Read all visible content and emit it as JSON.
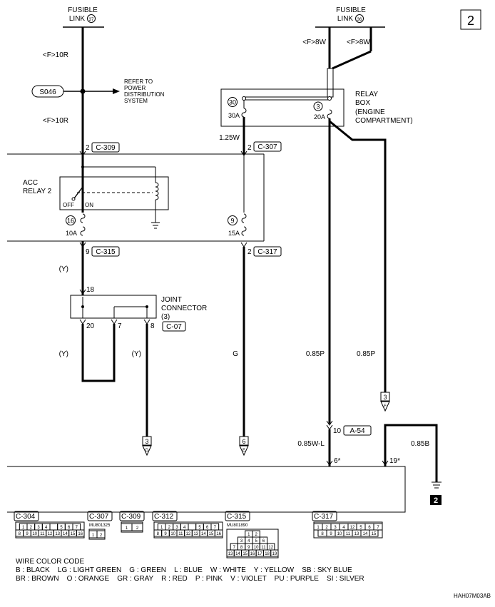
{
  "page_number": "2",
  "fusible_links": [
    {
      "label_line1": "FUSIBLE",
      "label_line2": "LINK",
      "number": "37"
    },
    {
      "label_line1": "FUSIBLE",
      "label_line2": "LINK",
      "number": "36"
    }
  ],
  "wire_labels": {
    "fl37_top": "<F>10R",
    "fl37_bottom": "<F>10R",
    "fl36_left": "<F>8W",
    "fl36_right": "<F>8W",
    "w125": "1.25W",
    "y1": "(Y)",
    "y2": "(Y)",
    "y3": "(Y)",
    "g": "G",
    "p1": "0.85P",
    "p2": "0.85P",
    "wl": "0.85W-L",
    "b": "0.85B"
  },
  "splice": {
    "id": "S046"
  },
  "refer_note": [
    "REFER TO",
    "POWER",
    "DISTRIBUTION",
    "SYSTEM"
  ],
  "relay_box": {
    "lines": [
      "RELAY",
      "BOX",
      "(ENGINE",
      "COMPARTMENT)"
    ],
    "fuse30": {
      "num": "30",
      "rating": "30A"
    },
    "fuse3": {
      "num": "3",
      "rating": "20A"
    }
  },
  "connectors": {
    "c309_pin": "2",
    "c309": "C-309",
    "c307_pin": "2",
    "c307": "C-307",
    "c315_pin": "9",
    "c315": "C-315",
    "c317_pin": "2",
    "c317": "C-317",
    "a54_pin": "10",
    "a54": "A-54"
  },
  "acc_relay": {
    "lines": [
      "ACC",
      "RELAY 2"
    ],
    "off": "OFF",
    "on": "ON",
    "fuse16": {
      "num": "16",
      "rating": "10A"
    },
    "fuse9": {
      "num": "9",
      "rating": "15A"
    }
  },
  "joint_connector": {
    "lines": [
      "JOINT",
      "CONNECTOR",
      "(3)"
    ],
    "ref": "C-07",
    "pin_top": "18",
    "pins": [
      "20",
      "7",
      "8"
    ]
  },
  "references": {
    "d": {
      "num": "3",
      "letter": "D"
    },
    "e": {
      "num": "6",
      "letter": "E"
    },
    "f": {
      "num": "3",
      "letter": "F"
    }
  },
  "ecu_pins": {
    "p6": "6*",
    "p19": "19*"
  },
  "ground": {
    "num": "2"
  },
  "legend_connectors": [
    {
      "name": "C-304",
      "part": "",
      "rows": [
        [
          "1",
          "2",
          "3",
          "4",
          "",
          "5",
          "6",
          "7"
        ],
        [
          "8",
          "9",
          "10",
          "11",
          "12",
          "13",
          "14",
          "15",
          "16"
        ]
      ]
    },
    {
      "name": "C-307",
      "part": "MU801325",
      "rows": [
        [
          "1",
          "2"
        ]
      ]
    },
    {
      "name": "C-309",
      "part": "",
      "rows": [
        [
          "1",
          "2"
        ]
      ]
    },
    {
      "name": "C-312",
      "part": "",
      "rows": [
        [
          "1",
          "2",
          "3",
          "4",
          "",
          "5",
          "6",
          "7"
        ],
        [
          "8",
          "9",
          "10",
          "11",
          "12",
          "13",
          "14",
          "15",
          "16"
        ]
      ]
    },
    {
      "name": "C-315",
      "part": "MU801890",
      "rows": [
        [
          "1",
          "2"
        ],
        [
          "3",
          "4",
          "5",
          "6"
        ],
        [
          "7",
          "8",
          "9",
          "10",
          "11",
          "12"
        ],
        [
          "13",
          "14",
          "15",
          "16",
          "17",
          "18",
          "19"
        ]
      ]
    },
    {
      "name": "C-317",
      "part": "",
      "rows": [
        [
          "1",
          "2",
          "3",
          "4",
          "12",
          "5",
          "6",
          "7"
        ],
        [
          "8",
          "9",
          "10",
          "11",
          "13",
          "14",
          "15"
        ]
      ]
    }
  ],
  "wire_color_code": {
    "title": "WIRE COLOR CODE",
    "line1": "B : BLACK    LG : LIGHT GREEN    G : GREEN    L : BLUE    W : WHITE    Y : YELLOW    SB : SKY BLUE",
    "line2": "BR : BROWN    O : ORANGE    GR : GRAY    R : RED    P : PINK    V : VIOLET    PU : PURPLE    SI : SILVER"
  },
  "diagram_code": "HAH07M03AB"
}
